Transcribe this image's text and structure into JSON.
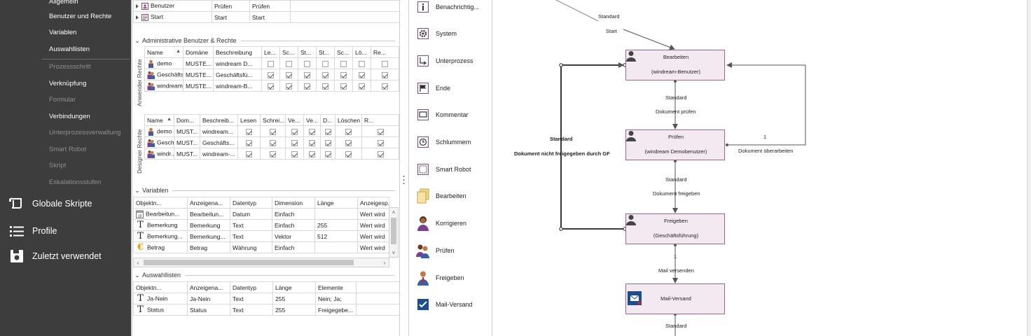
{
  "sidebar": {
    "sub_items": [
      {
        "label": "Allgemein",
        "enabled": true
      },
      {
        "label": "Benutzer und Rechte",
        "enabled": true
      },
      {
        "label": "Variablen",
        "enabled": true
      },
      {
        "label": "Auswahllisten",
        "enabled": true
      },
      {
        "label": "Prozessschritt",
        "enabled": false
      },
      {
        "label": "Verknüpfung",
        "enabled": true
      },
      {
        "label": "Formular",
        "enabled": false
      },
      {
        "label": "Verbindungen",
        "enabled": true
      },
      {
        "label": "Unterprozessverwaltung",
        "enabled": false
      },
      {
        "label": "Smart Robot",
        "enabled": false
      },
      {
        "label": "Skript",
        "enabled": false
      },
      {
        "label": "Eskalationsstufen",
        "enabled": false
      }
    ],
    "main_items": [
      {
        "label": "Globale Skripte",
        "icon": "scroll-icon"
      },
      {
        "label": "Profile",
        "icon": "list-icon"
      },
      {
        "label": "Zuletzt verwendet",
        "icon": "save-disk-icon"
      }
    ]
  },
  "top_rows": [
    {
      "name": "Benutzer",
      "c2": "Prüfen",
      "c3": "Prüfen"
    },
    {
      "name": "Start",
      "c2": "Start",
      "c3": "Start"
    }
  ],
  "admin_section": {
    "title": "Administrative Benutzer & Rechte",
    "anwender": {
      "label": "Anwender Rechte",
      "columns": [
        "Name",
        "Domäne",
        "Beschreibung",
        "Le...",
        "Sc...",
        "St...",
        "St...",
        "Sc...",
        "Lö...",
        "Re..."
      ],
      "rows": [
        {
          "name": "demo",
          "domain": "MUSTE...",
          "desc": "windream D...",
          "checks": [
            false,
            false,
            false,
            false,
            false,
            false,
            false
          ]
        },
        {
          "name": "Geschäfts...",
          "domain": "MUSTE...",
          "desc": "Geschäftsfü...",
          "checks": [
            true,
            true,
            true,
            true,
            true,
            true,
            true
          ]
        },
        {
          "name": "windream...",
          "domain": "MUSTE...",
          "desc": "windream-B...",
          "checks": [
            true,
            true,
            true,
            true,
            true,
            true,
            true
          ]
        }
      ]
    },
    "designer": {
      "label": "Designer Rechte",
      "columns": [
        "Name",
        "Dom...",
        "Beschreib...",
        "Lesen",
        "Schrei...",
        "Ve...",
        "Ve...",
        "D...",
        "Löschen",
        "R..."
      ],
      "rows": [
        {
          "name": "demo",
          "domain": "MUST...",
          "desc": "windream...",
          "checks": [
            true,
            true,
            true,
            true,
            true,
            true,
            true
          ]
        },
        {
          "name": "Gesch...",
          "domain": "MUST...",
          "desc": "Geschäfts...",
          "checks": [
            true,
            true,
            true,
            true,
            true,
            true,
            true
          ]
        },
        {
          "name": "windr...",
          "domain": "MUST...",
          "desc": "windream-...",
          "checks": [
            true,
            true,
            true,
            true,
            true,
            true,
            true
          ]
        }
      ]
    }
  },
  "variables": {
    "title": "Variablen",
    "columns": [
      "Objektn...",
      "Anzeigena...",
      "Datentyp",
      "Dimension",
      "Länge",
      "Anzeigesp..."
    ],
    "rows": [
      {
        "icon": "calendar-icon",
        "name": "Bearbeitun...",
        "display": "Bearbeitun...",
        "type": "Datum",
        "dim": "Einfach",
        "len": "",
        "show": "Wert wird"
      },
      {
        "icon": "text-icon",
        "name": "Bemerkung",
        "display": "Bemerkung",
        "type": "Text",
        "dim": "Einfach",
        "len": "255",
        "show": "Wert wird"
      },
      {
        "icon": "text-icon",
        "name": "Bemerkung...",
        "display": "Bemerkung...",
        "type": "Text",
        "dim": "Vektor",
        "len": "512",
        "show": "Wert wird"
      },
      {
        "icon": "euro-icon",
        "name": "Betrag",
        "display": "Betrag",
        "type": "Währung",
        "dim": "Einfach",
        "len": "",
        "show": "Wert wird"
      }
    ]
  },
  "lists": {
    "title": "Auswahllisten",
    "columns": [
      "Objektn...",
      "Anzeigena...",
      "Datentyp",
      "Länge",
      "Elemente"
    ],
    "rows": [
      {
        "name": "Ja-Nein",
        "display": "Ja-Nein",
        "type": "Text",
        "len": "255",
        "elements": "Nein; Ja;"
      },
      {
        "name": "Status",
        "display": "Status",
        "type": "Text",
        "len": "255",
        "elements": "Freigegebe..."
      }
    ]
  },
  "palette": [
    {
      "label": "Benachrichtig...",
      "icon": "info-icon"
    },
    {
      "label": "System",
      "icon": "gear-icon"
    },
    {
      "label": "Unterprozess",
      "icon": "subprocess-icon"
    },
    {
      "label": "Ende",
      "icon": "flag-icon"
    },
    {
      "label": "Kommentar",
      "icon": "comment-icon"
    },
    {
      "label": "Schlummern",
      "icon": "clock-icon"
    },
    {
      "label": "Smart Robot",
      "icon": "smart-robot-icon"
    },
    {
      "label": "Bearbeiten",
      "icon": "documents-icon"
    },
    {
      "label": "Korrigieren",
      "icon": "user-female-icon"
    },
    {
      "label": "Prüfen",
      "icon": "users-icon"
    },
    {
      "label": "Freigeben",
      "icon": "user-male-icon"
    },
    {
      "label": "Mail-Versand",
      "icon": "mail-check-icon"
    }
  ],
  "workflow": {
    "nodes": {
      "bearbeiten": {
        "title": "Bearbeiten",
        "sub": "(windream-Benutzer)"
      },
      "pruefen": {
        "title": "Prüfen",
        "sub": "(windream Demobenutzer)"
      },
      "freigeben": {
        "title": "Freigeben",
        "sub": "(Geschäftsführung)"
      },
      "mail": {
        "title": "Mail-Versand",
        "sub": ""
      }
    },
    "labels": {
      "top_standard": "Standard",
      "start": "Start",
      "b_standard": "Standard",
      "dok_pruefen": "Dokument prüfen",
      "p_standard": "Standard",
      "dok_freigeben": "Dokument freigeben",
      "loop_one": "1",
      "dok_ueberarbeiten": "Dokument überarbeiten",
      "left_standard": "Standard",
      "nicht_freigegeben": "Dokument nicht freigegeben durch GF",
      "f_one": "1",
      "mail_versenden": "Mail versenden",
      "m_standard": "Standard"
    }
  }
}
